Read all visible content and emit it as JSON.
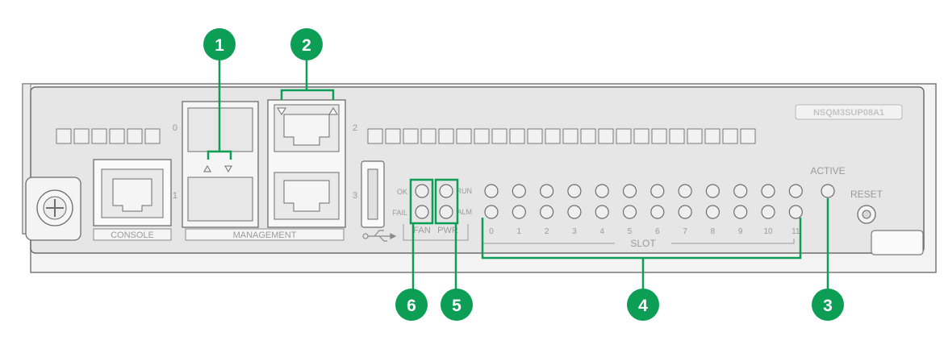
{
  "panel": {
    "model_label": "NSQM3SUP08A1",
    "console_label": "CONSOLE",
    "management_label": "MANAGEMENT",
    "port_nums": {
      "sfp0": "0",
      "sfp1": "1",
      "rj2": "2",
      "rj3": "3"
    },
    "fan_label": "FAN",
    "pwr_label": "PWR",
    "ok_label": "OK",
    "fail_label": "FAIL",
    "run_label": "RUN",
    "alm_label": "ALM",
    "slot_label": "SLOT",
    "slot_numbers": [
      "0",
      "1",
      "2",
      "3",
      "4",
      "5",
      "6",
      "7",
      "8",
      "9",
      "10",
      "11"
    ],
    "active_label": "ACTIVE",
    "reset_label": "RESET"
  },
  "callouts": [
    {
      "number": "1"
    },
    {
      "number": "2"
    },
    {
      "number": "3"
    },
    {
      "number": "4"
    },
    {
      "number": "5"
    },
    {
      "number": "6"
    }
  ],
  "colors": {
    "callout": "#0c9e55",
    "panel": "#e8e8e8",
    "label_text": "#9a9a9a",
    "outline": "#6a6a6a"
  }
}
